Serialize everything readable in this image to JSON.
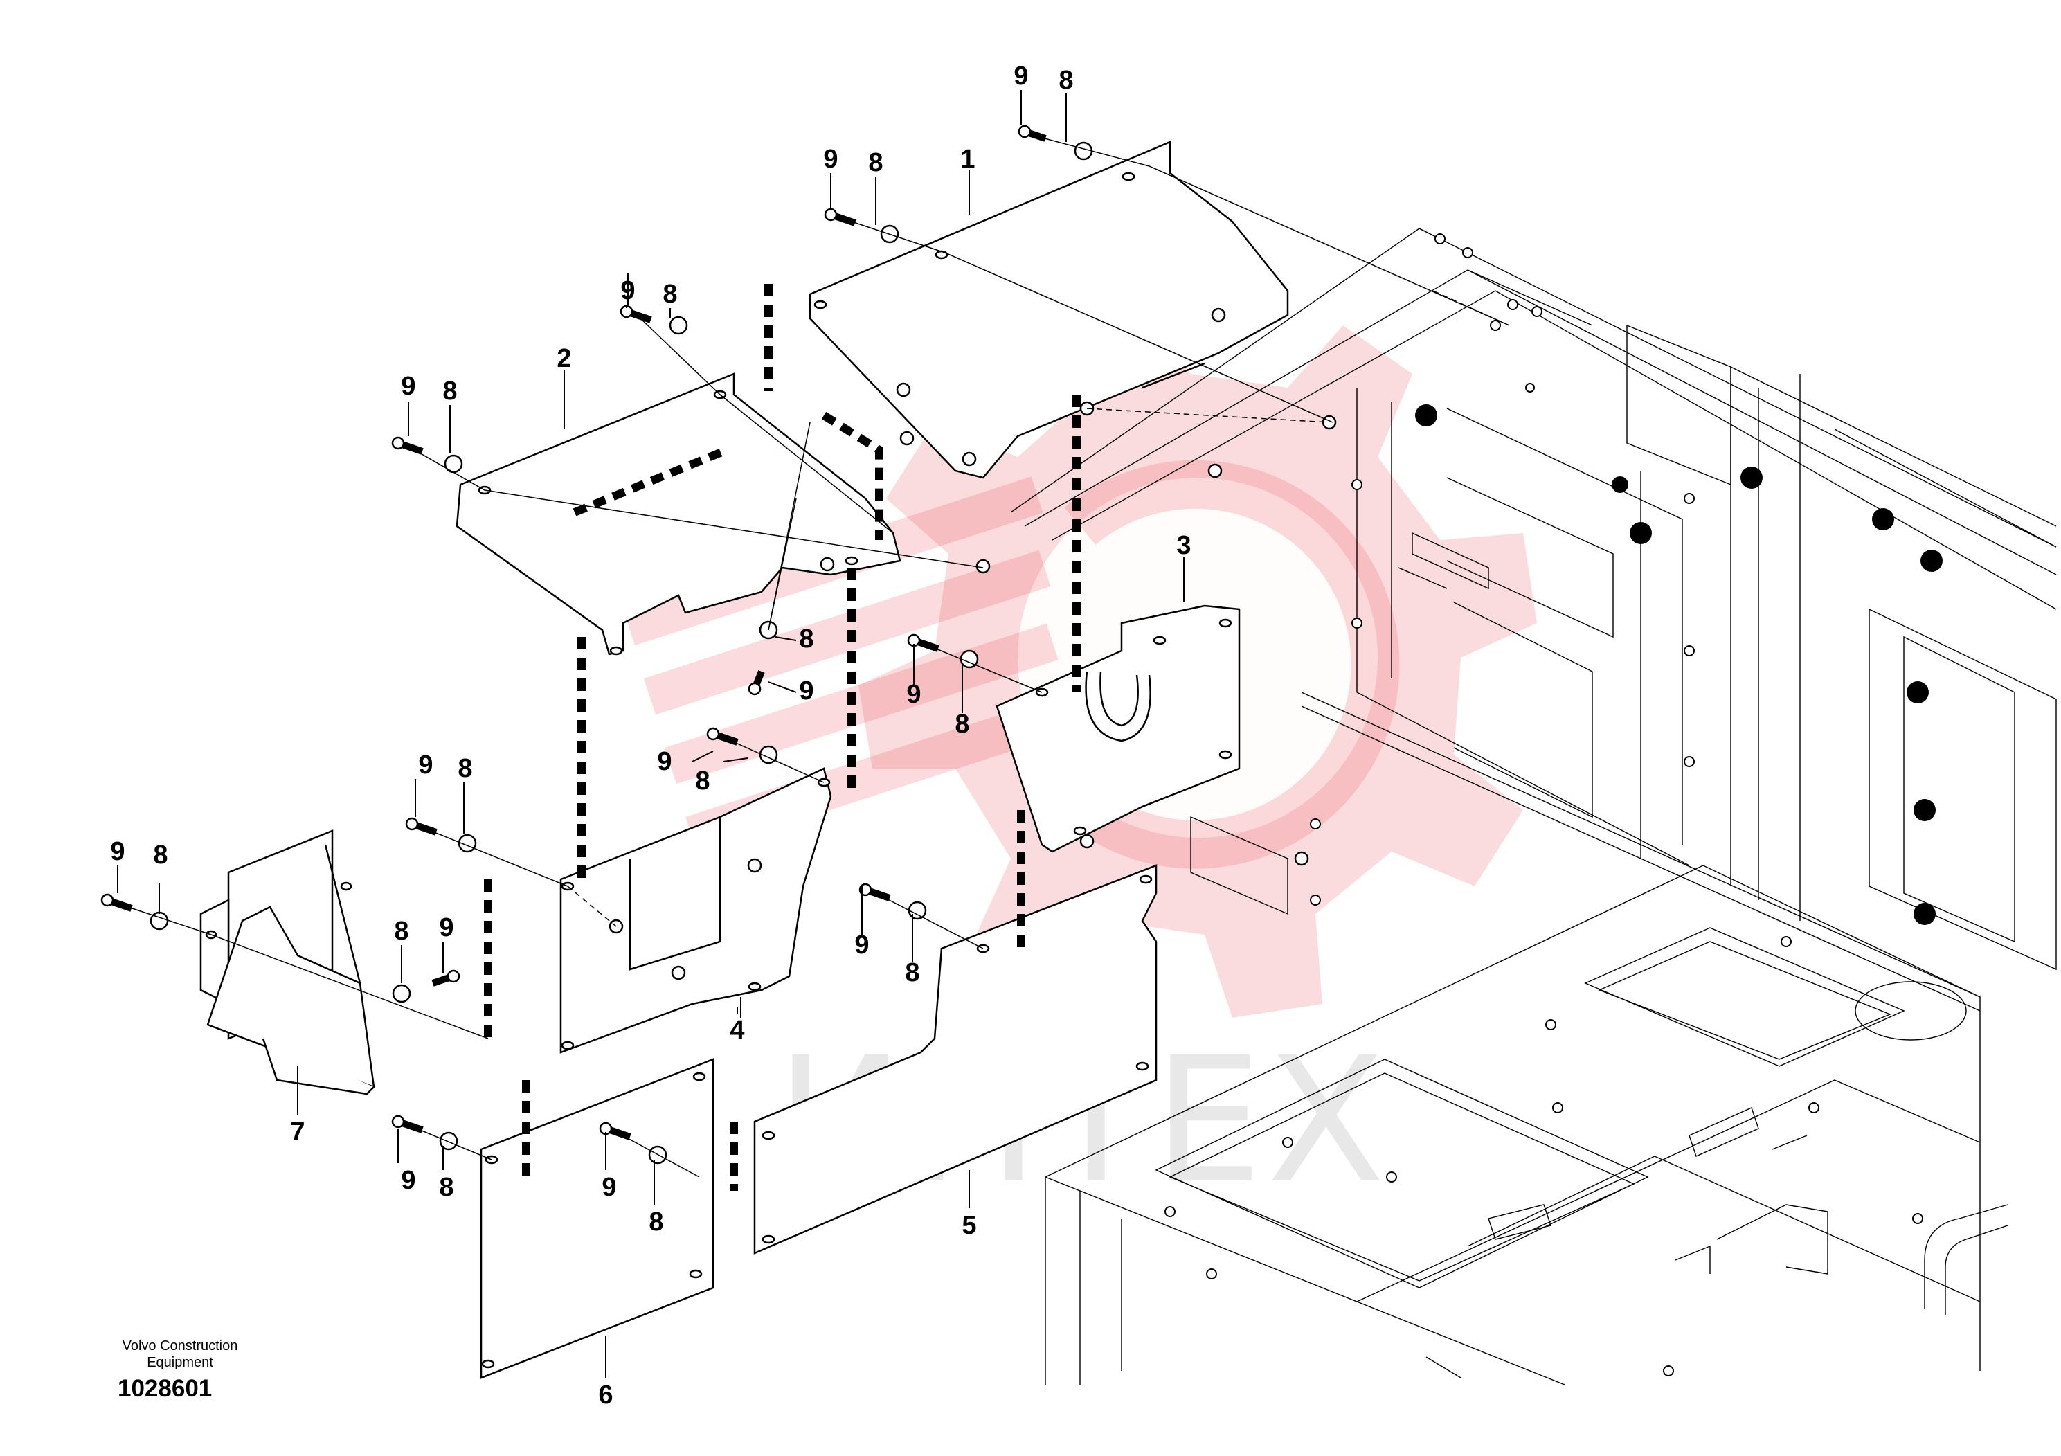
{
  "brand": {
    "line1": "Volvo Construction",
    "line2": "Equipment",
    "doc_number": "1028601"
  },
  "watermark": {
    "text": "ИНТЕХ",
    "gear_color": "#e8323a",
    "text_color": "#d6d6d6"
  },
  "parts": {
    "p1": "1",
    "p2": "2",
    "p3": "3",
    "p4": "4",
    "p5": "5",
    "p6": "6",
    "p7": "7"
  },
  "fastener_labels": {
    "bolt": "9",
    "washer": "8"
  }
}
